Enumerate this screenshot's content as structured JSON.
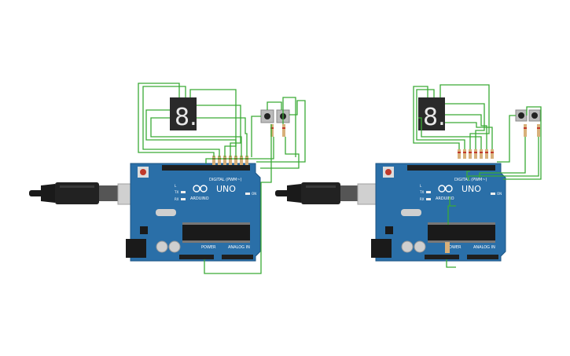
{
  "colors": {
    "background": "#ffffff",
    "board": "#2a6fa8",
    "board_edge": "#1d5584",
    "wire": "#3aaa35",
    "header": "#1f1f1f",
    "display": "#2a2a2a",
    "segment": "#e8e8e8",
    "usb_metal": "#cfcfcf",
    "cable": "#1a1a1a",
    "resistor": "#d8b07a"
  },
  "boards": [
    {
      "label_digital": "DIGITAL (PWM~)",
      "label_brand": "UNO",
      "label_arduino": "ARDUINO",
      "label_power": "POWER",
      "label_analog": "ANALOG IN",
      "label_on": "ON",
      "label_tx": "TX",
      "label_rx": "RX",
      "label_l": "L",
      "display_digit": "8."
    },
    {
      "label_digital": "DIGITAL (PWM~)",
      "label_brand": "UNO",
      "label_arduino": "ARDUINO",
      "label_power": "POWER",
      "label_analog": "ANALOG IN",
      "label_on": "ON",
      "label_tx": "TX",
      "label_rx": "RX",
      "label_l": "L",
      "display_digit": "8."
    }
  ]
}
